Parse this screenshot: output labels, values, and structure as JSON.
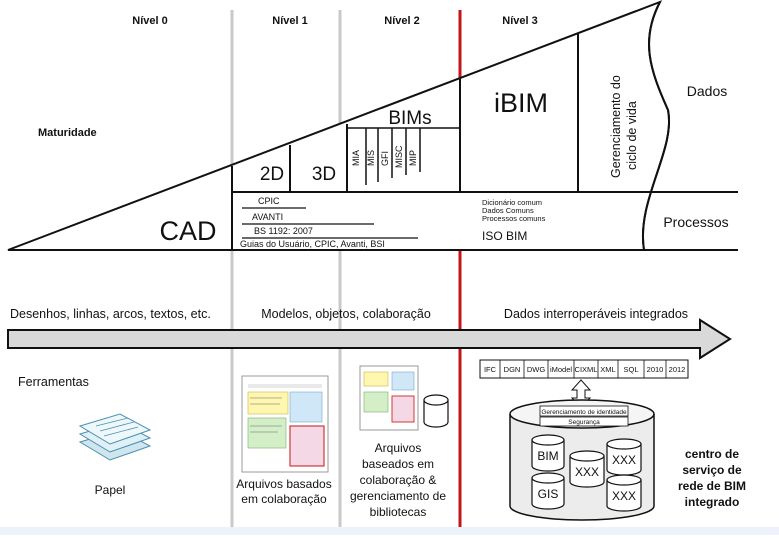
{
  "levels": {
    "l0": "Nível 0",
    "l1": "Nível 1",
    "l2": "Nível 2",
    "l3": "Nível 3"
  },
  "maturidade": "Maturidade",
  "triangle": {
    "cad": "CAD",
    "d2": "2D",
    "d3": "3D",
    "bims": "BIMs",
    "bims_items": [
      "MIA",
      "MIS",
      "GFI",
      "MISC",
      "MIP"
    ],
    "ibim": "iBIM",
    "lifecycle_line1": "Gerenciamento do",
    "lifecycle_line2": "ciclo de vida"
  },
  "standards": {
    "cpic": "CPIC",
    "avanti": "AVANTI",
    "bs": "BS 1192: 2007",
    "guias": "Guias do Usuário, CPIC, Avanti, BSI"
  },
  "level3_notes": {
    "dicionario": "Dicionário comum",
    "dados": "Dados Comuns",
    "processos": "Processos comuns",
    "isobim": "ISO BIM"
  },
  "side": {
    "dados": "Dados",
    "processos": "Processos"
  },
  "arrow_labels": {
    "desenhos": "Desenhos, linhas, arcos, textos, etc.",
    "modelos": "Modelos, objetos, colaboração",
    "integrados": "Dados interroperáveis integrados"
  },
  "ferramentas": "Ferramentas",
  "papel": "Papel",
  "arquivos1": [
    "Arquivos basados",
    "em colaboração"
  ],
  "arquivos2": [
    "Arquivos",
    "baseados em",
    "colaboração &",
    "gerenciamento de",
    "bibliotecas"
  ],
  "formats": [
    "IFC",
    "DGN",
    "DWG",
    "iModel",
    "CIXML",
    "XML",
    "SQL",
    "2010",
    "2012"
  ],
  "db": {
    "gerenciamento": "Gerenciamento de identidade",
    "seguranca": "Segurança",
    "bim": "BIM",
    "gis": "GIS",
    "xxx": "XXX"
  },
  "centro": [
    "centro de",
    "serviço de",
    "rede de BIM",
    "integrado"
  ],
  "colors": {
    "red_divider": "#c0161c",
    "gray_divider": "#c9c9c9",
    "arrow_fill": "#d9d9d9",
    "bottom_band": "#eef3fb"
  }
}
